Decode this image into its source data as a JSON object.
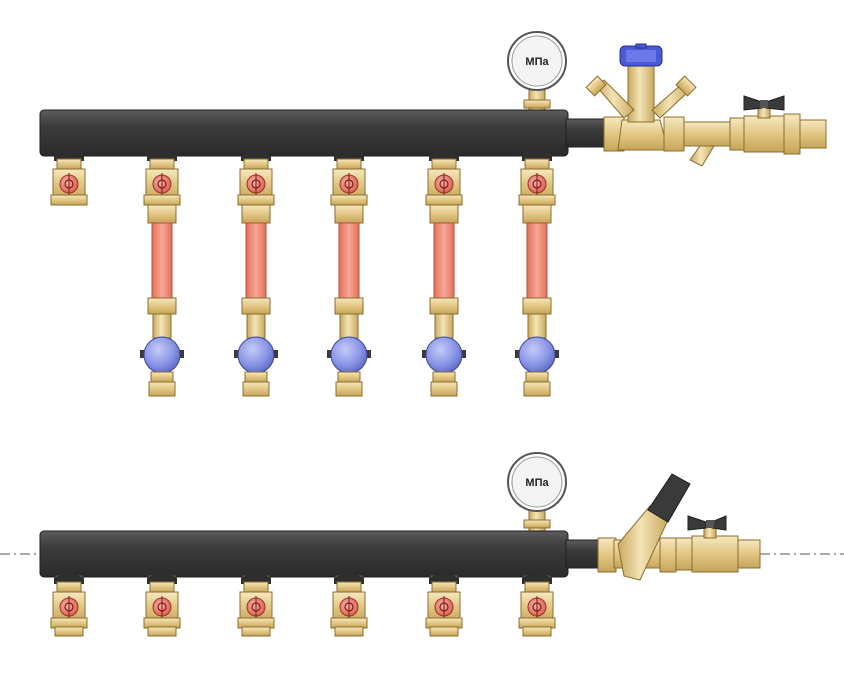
{
  "diagram": {
    "top_manifold": {
      "outlet_count": 6,
      "pressure_gauge": {
        "unit_label": "МПа"
      },
      "flow_meters_count": 5,
      "ball_valves_count": 5
    },
    "bottom_manifold": {
      "outlet_count": 6,
      "pressure_gauge": {
        "unit_label": "МПа"
      }
    }
  },
  "colors": {
    "pipe": "#3a3a3a",
    "pipe_highlight": "#5a5a5a",
    "brass": "#e2c683",
    "brass_dark": "#b39347",
    "brass_light": "#f3e3b4",
    "red_dial": "#e8786a",
    "flow_tube": "#ef8b78",
    "ball_valve": "#8a96e6",
    "valve_cap": "#4a5ad6",
    "handle": "#3a3a3a",
    "center_line": "#555555"
  }
}
